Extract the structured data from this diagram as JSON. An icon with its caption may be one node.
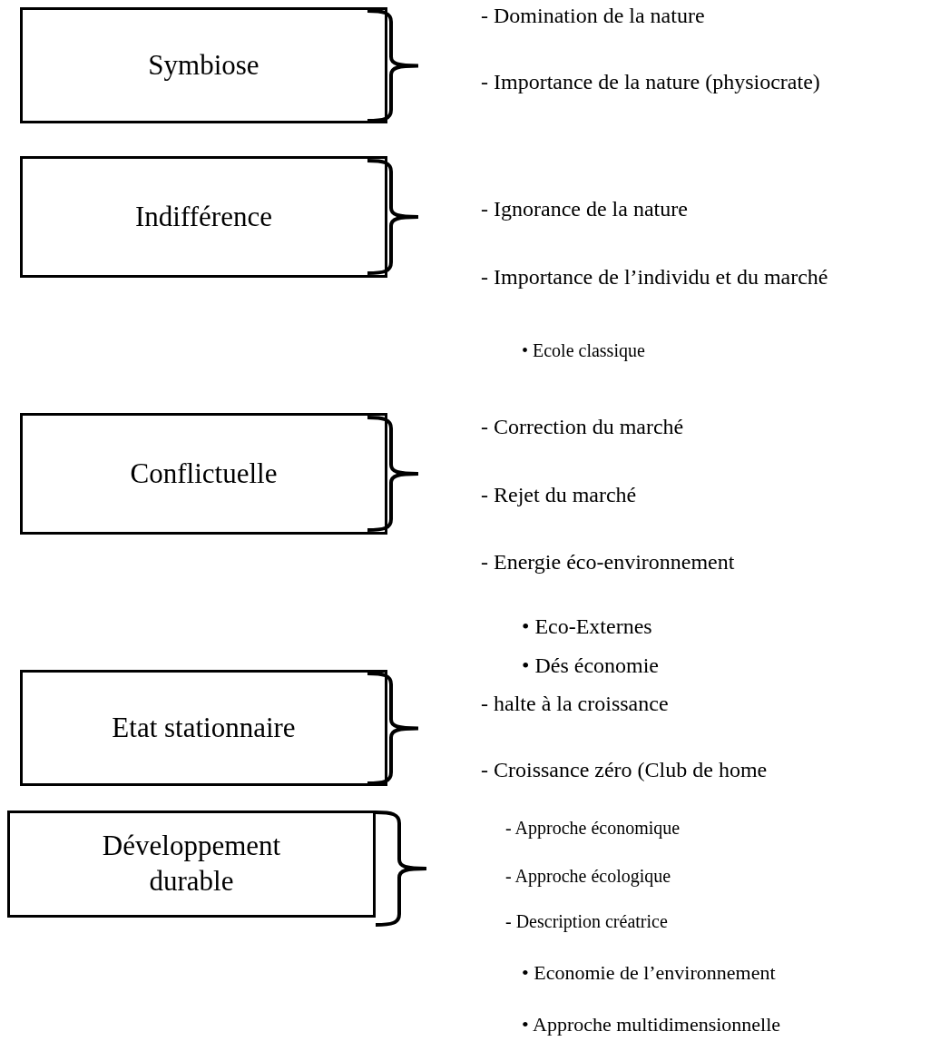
{
  "diagram": {
    "nodes": [
      {
        "text": [
          "Symbiose"
        ],
        "beside": [
          "- Domination de la nature",
          "- Importance de la nature (physiocrate)"
        ]
      },
      {
        "text": [
          "Indifférence"
        ],
        "beside": [
          "- Ignorance de la nature",
          "- Importance de l’individu et du marché",
          "• Ecole classique"
        ]
      },
      {
        "text": [
          "Conflictuelle"
        ],
        "beside": [
          "- Correction du marché",
          "- Rejet du marché",
          "- Energie éco-environnement",
          "• Eco-Externes",
          "• Dés économie"
        ]
      },
      {
        "text": [
          "Etat stationnaire"
        ],
        "beside": [
          "- halte à la croissance",
          "- Croissance zéro (Club de home"
        ]
      },
      {
        "text": [
          "Développement durable"
        ],
        "beside": [
          "- Approche économique",
          "- Approche écologique",
          "- Description créatrice",
          "• Economie de l’environnement",
          "• Approche multidimensionnelle"
        ]
      }
    ]
  }
}
